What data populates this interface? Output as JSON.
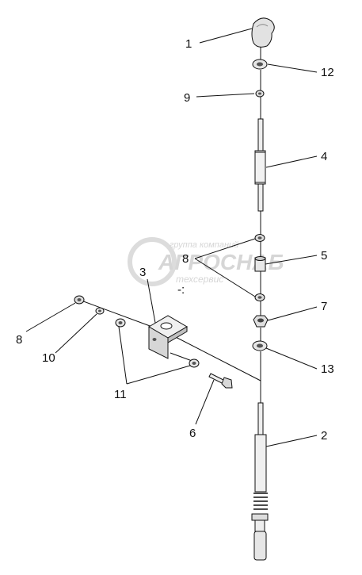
{
  "watermark": {
    "top_line": "группа компаний",
    "brand": "АГРОСНАБ",
    "bottom_line": "техсервис"
  },
  "stray_mark": "-:",
  "callouts": {
    "knob": "1",
    "lower_rod": "2",
    "bracket": "3",
    "upper_rod": "4",
    "coupling": "5",
    "bolt": "6",
    "hex_nut": "7",
    "nut_group": "8",
    "nut_left": "8",
    "small_nut": "9",
    "washer_left": "10",
    "washer_pair": "11",
    "washer_top": "12",
    "washer_lower": "13"
  }
}
